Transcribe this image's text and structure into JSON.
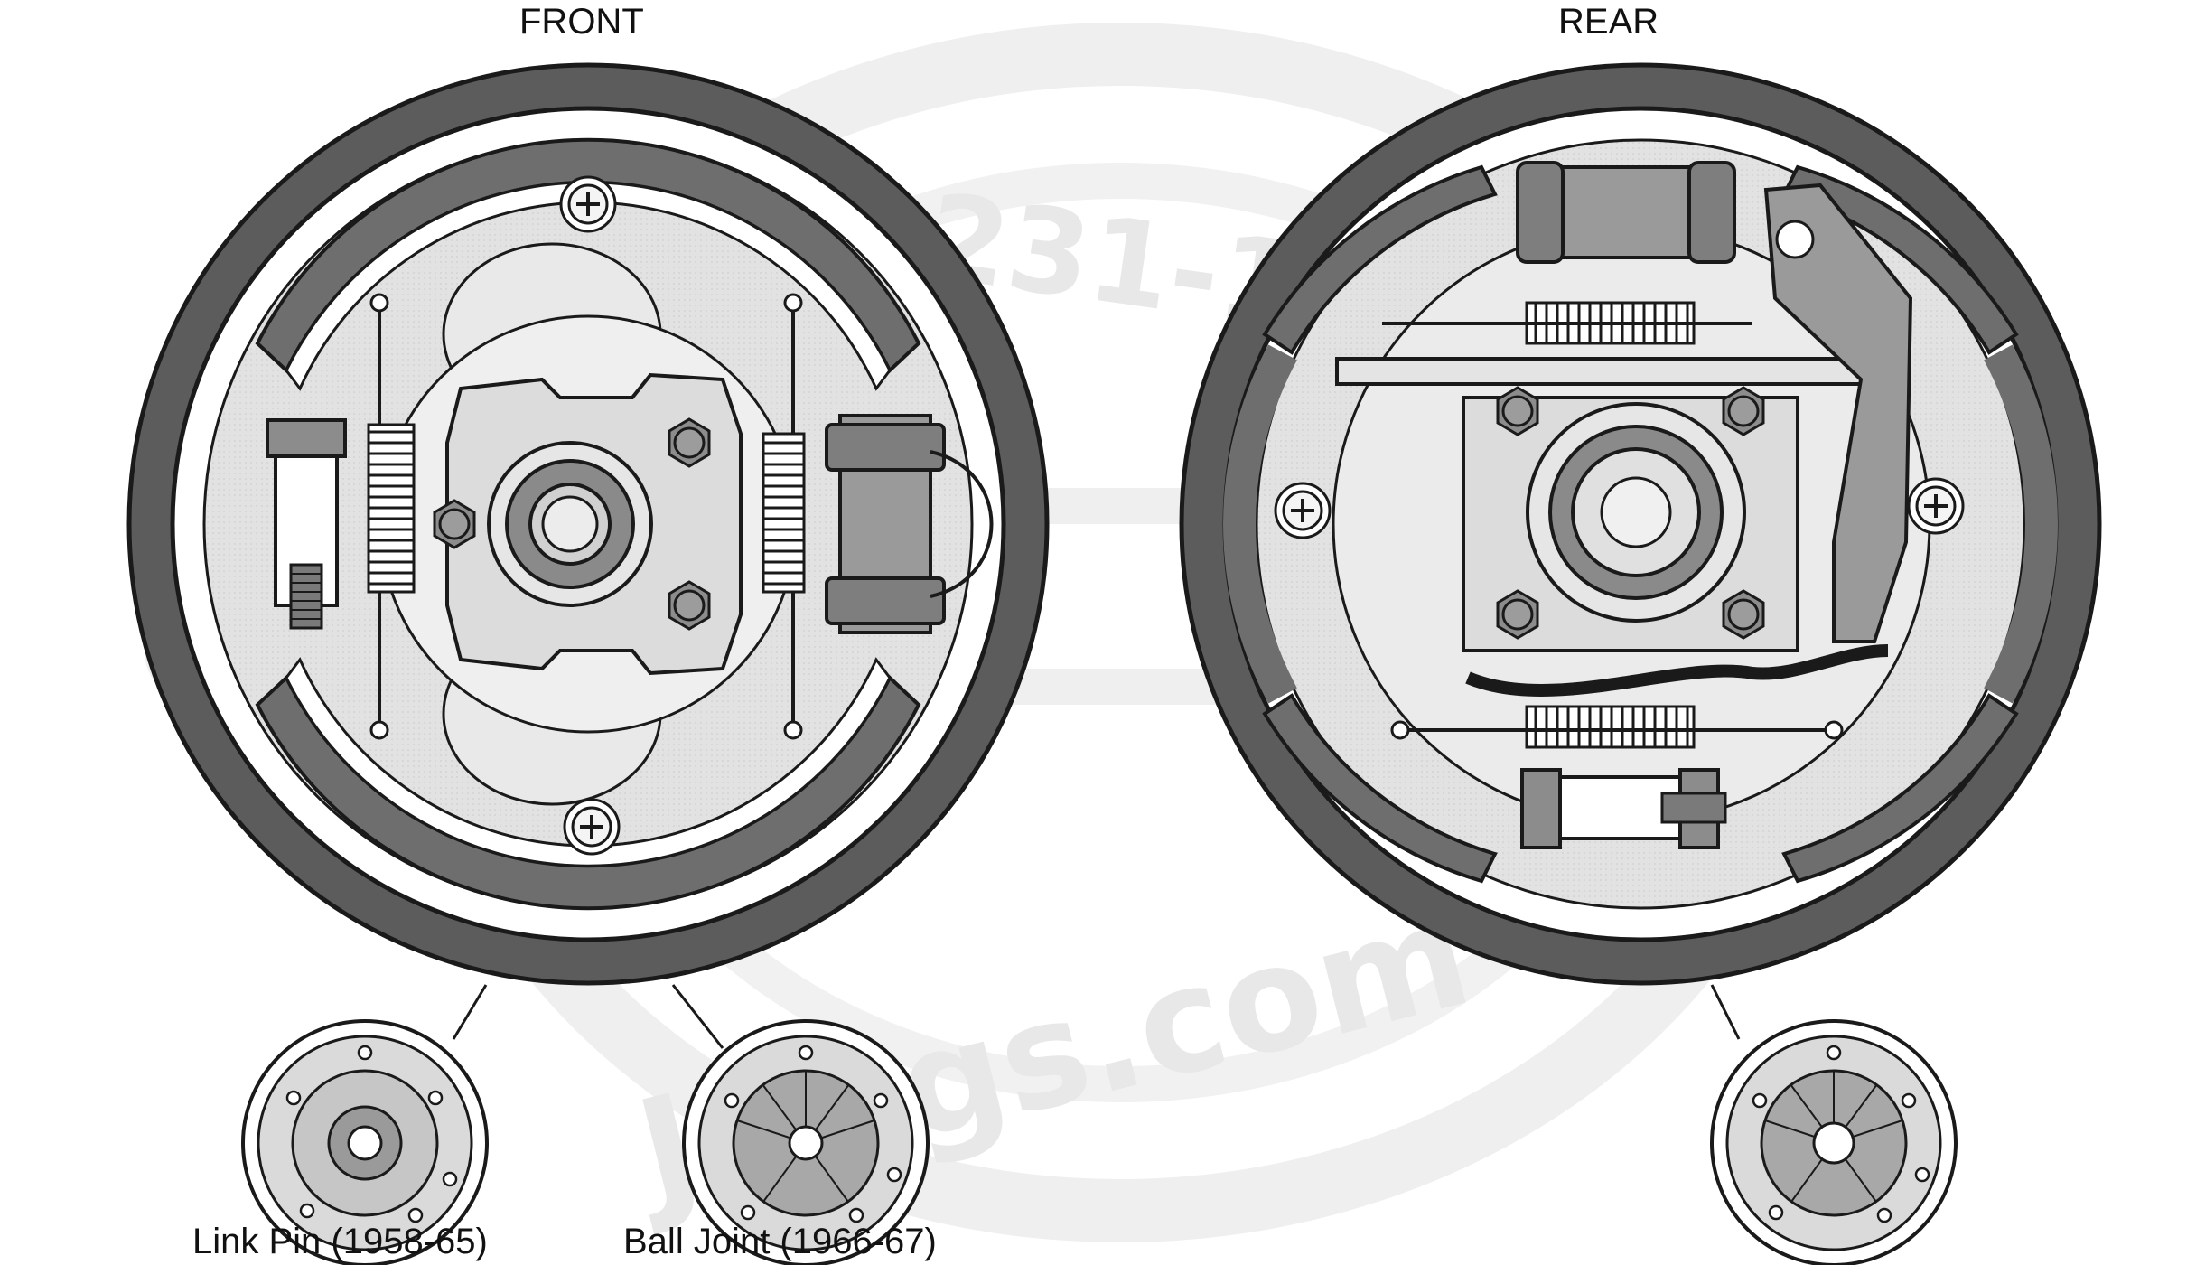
{
  "labels": {
    "front": "FRONT",
    "rear": "REAR",
    "link_pin": "Link Pin (1958-65)",
    "ball_joint": "Ball Joint (1966-67)"
  },
  "watermark": {
    "phone": "800-231-1178",
    "site": "JBugs.com"
  },
  "colors": {
    "drum_dark": "#5c5c5c",
    "lining": "#6e6e6e",
    "plate": "#e6e6e6",
    "part_mid": "#9a9a9a",
    "outline": "#1a1a1a",
    "watermark": "#ededed"
  },
  "icons": [
    "screw-icon"
  ]
}
